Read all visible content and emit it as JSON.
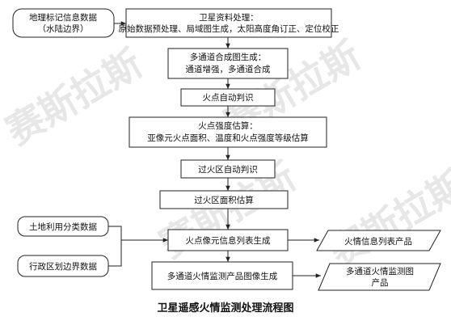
{
  "nodes": {
    "geo_data": {
      "lines": [
        "地理标记信息数据",
        "（水陆边界）"
      ]
    },
    "sat_proc": {
      "lines": [
        "卫星资料处理：",
        "原始数据预处理、局域图生成，太阳高度角订正、定位校正"
      ]
    },
    "multi_comp": {
      "lines": [
        "多通道合成图生成：",
        "通道增强，多通道合成"
      ]
    },
    "fire_detect": {
      "lines": [
        "火点自动判识"
      ]
    },
    "intensity": {
      "lines": [
        "火点强度估算：",
        "亚像元火点面积、温度和火点强度等级估算"
      ]
    },
    "burn_detect": {
      "lines": [
        "过火区自动判识"
      ]
    },
    "burn_area": {
      "lines": [
        "过火区面积估算"
      ]
    },
    "landuse": {
      "lines": [
        "土地利用分类数据"
      ]
    },
    "admin": {
      "lines": [
        "行政区划边界数据"
      ]
    },
    "fire_list": {
      "lines": [
        "火点像元信息列表生成"
      ]
    },
    "fire_list_product": {
      "lines": [
        "火情信息列表产品"
      ]
    },
    "map_gen": {
      "lines": [
        "多通道火情监测产品图像生成"
      ]
    },
    "map_product": {
      "lines": [
        "多通道火情监测图",
        "产品"
      ]
    }
  },
  "caption": "卫星遥感火情监测处理流程图",
  "watermark": "赛斯拉斯"
}
